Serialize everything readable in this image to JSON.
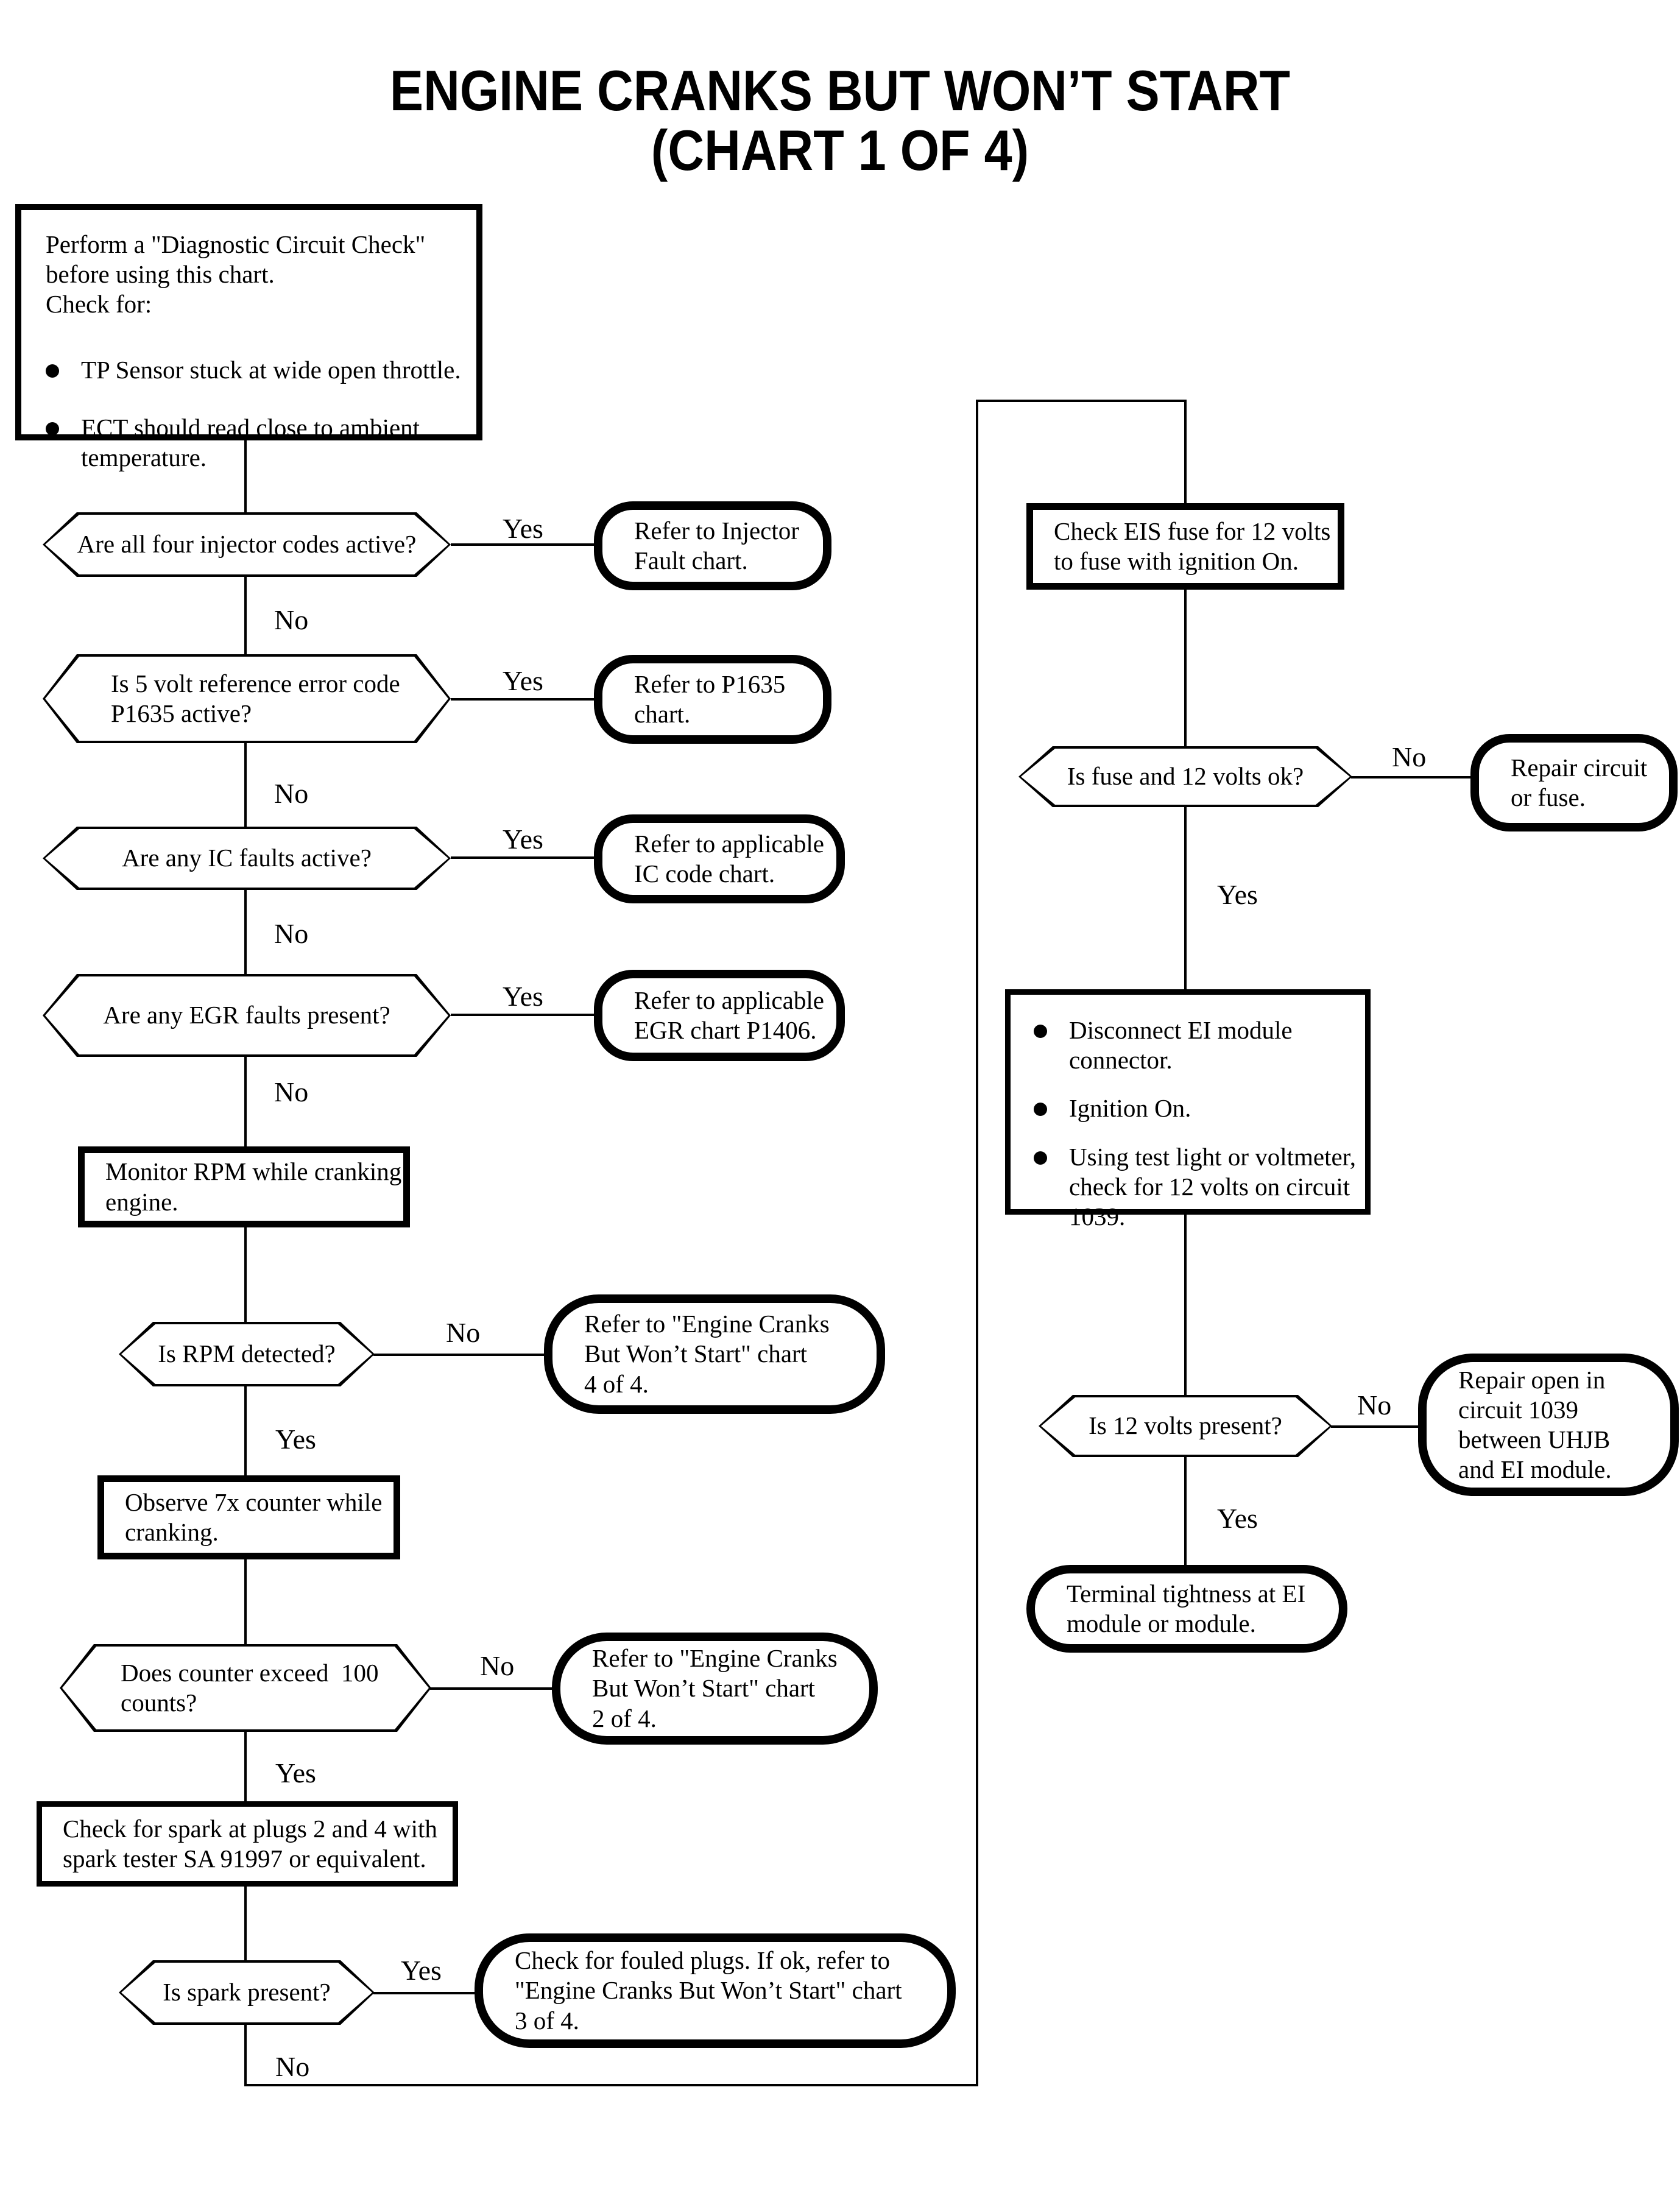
{
  "title": {
    "line1": "ENGINE CRANKS BUT WON’T START",
    "line2": "(CHART 1 OF 4)"
  },
  "labels": {
    "yes": "Yes",
    "no": "No"
  },
  "colors": {
    "ink": "#000000",
    "paper": "#ffffff"
  },
  "nodes": {
    "precheck": {
      "intro1": "Perform a \"Diagnostic Circuit Check\"",
      "intro2": "before using this chart.",
      "intro3": "Check for:",
      "b1_l1": "TP Sensor stuck at wide open throttle.",
      "b2_l1": "ECT should read close to ambient",
      "b2_l2": "temperature."
    },
    "q_injector": {
      "text": "Are all four injector codes active?"
    },
    "r_injector": {
      "l1": "Refer to Injector",
      "l2": "Fault chart."
    },
    "q_p1635": {
      "l1": "Is 5 volt reference error code",
      "l2": "P1635 active?"
    },
    "r_p1635": {
      "l1": "Refer to P1635",
      "l2": "chart."
    },
    "q_ic": {
      "text": "Are any IC faults active?"
    },
    "r_ic": {
      "l1": "Refer to applicable",
      "l2": "IC code chart."
    },
    "q_egr": {
      "text": "Are any EGR faults present?"
    },
    "r_egr": {
      "l1": "Refer to applicable",
      "l2": "EGR chart P1406."
    },
    "monitor_rpm": {
      "l1": "Monitor RPM while cranking",
      "l2": "engine."
    },
    "q_rpm": {
      "text": "Is RPM detected?"
    },
    "r_chart4": {
      "l1": "Refer to \"Engine Cranks",
      "l2": "But Won’t Start\" chart",
      "l3": "4 of 4."
    },
    "observe_7x": {
      "l1": "Observe 7x counter while",
      "l2": "cranking."
    },
    "q_counter": {
      "l1": "Does counter exceed  100",
      "l2": "counts?"
    },
    "r_chart2": {
      "l1": "Refer to \"Engine Cranks",
      "l2": "But Won’t Start\" chart",
      "l3": "2 of 4."
    },
    "check_spark": {
      "l1": "Check for spark at plugs 2 and 4 with",
      "l2": "spark tester SA 91997 or equivalent."
    },
    "q_spark": {
      "text": "Is spark present?"
    },
    "r_chart3": {
      "l1": "Check for fouled plugs. If ok, refer to",
      "l2": "\"Engine Cranks But Won’t Start\" chart",
      "l3": "3 of 4."
    },
    "check_eis": {
      "l1": "Check EIS fuse for 12 volts",
      "l2": "to fuse with ignition On."
    },
    "q_fuse": {
      "text": "Is fuse and 12 volts ok?"
    },
    "r_repair_fuse": {
      "l1": "Repair circuit",
      "l2": "or fuse."
    },
    "ei_steps": {
      "b1_l1": "Disconnect EI module",
      "b1_l2": "connector.",
      "b2_l1": "Ignition On.",
      "b3_l1": "Using test light or voltmeter,",
      "b3_l2": "check for 12 volts on circuit",
      "b3_l3": "1039."
    },
    "q_12v": {
      "text": "Is 12 volts present?"
    },
    "r_repair_open": {
      "l1": "Repair open in",
      "l2": "circuit 1039",
      "l3": "between UHJB",
      "l4": "and EI module."
    },
    "terminal": {
      "l1": "Terminal tightness at EI",
      "l2": "module or module."
    }
  }
}
